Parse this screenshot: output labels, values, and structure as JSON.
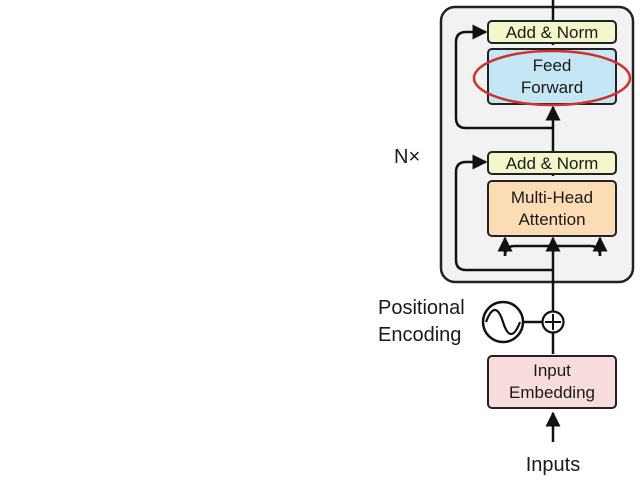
{
  "encoder": {
    "repeat_label": "N×",
    "feed_forward": {
      "add_norm_label": "Add & Norm",
      "line1": "Feed",
      "line2": "Forward",
      "highlighted": true
    },
    "attention": {
      "add_norm_label": "Add & Norm",
      "line1": "Multi-Head",
      "line2": "Attention"
    }
  },
  "positional_encoding": {
    "line1": "Positional",
    "line2": "Encoding"
  },
  "input_embedding": {
    "line1": "Input",
    "line2": "Embedding"
  },
  "inputs_label": "Inputs",
  "colors": {
    "add_norm_fill": "#f3f6c9",
    "feed_forward_fill": "#c5e6f4",
    "attention_fill": "#fbdcb4",
    "embedding_fill": "#f8dcdc",
    "encoder_block_fill": "#f2f2f2",
    "highlight_ring": "#d0312d"
  }
}
